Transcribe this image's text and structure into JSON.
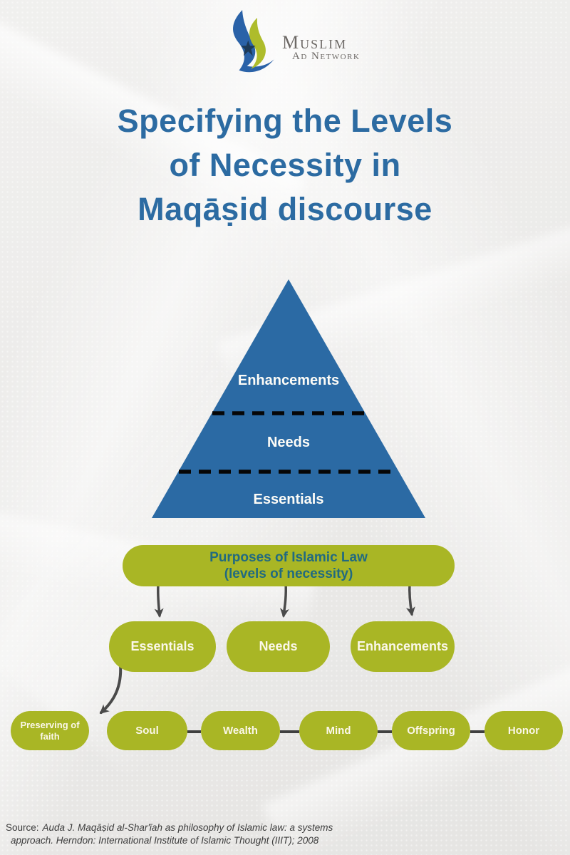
{
  "logo": {
    "name_top": "Muslim",
    "name_bottom": "Ad Network"
  },
  "title": {
    "lines": [
      "Specifying the Levels",
      "of Necessity in",
      "Maqāṣid discourse"
    ]
  },
  "pyramid": {
    "levels": [
      "Enhancements",
      "Needs",
      "Essentials"
    ]
  },
  "flowchart": {
    "root": {
      "line1": "Purposes of Islamic Law",
      "line2": "(levels of necessity)"
    },
    "level2": [
      "Essentials",
      "Needs",
      "Enhancements"
    ],
    "level3": [
      "Preserving of faith",
      "Soul",
      "Wealth",
      "Mind",
      "Offspring",
      "Honor"
    ]
  },
  "source": {
    "label": "Source:",
    "citation_line1": "Auda J. Maqāṣid al-Shar'īah as philosophy of Islamic law: a systems",
    "citation_line2": "approach. Herndon: International Institute of Islamic Thought (IIIT); 2008"
  },
  "colors": {
    "accent_blue": "#2b6aa4",
    "title_blue": "#2c6ba2",
    "pill_green": "#a9b625",
    "pill_text_cream": "#fbf7e9",
    "root_text_teal": "#216a80",
    "arrow_gray": "#4a4a4a",
    "dash_black": "#060606",
    "logo_green": "#aebc2b",
    "logo_blue": "#2a62a8",
    "logo_star_navy": "#1d3a57",
    "logo_text_gray": "#6d6966",
    "source_text": "#3c3c3c",
    "background": "#e9e8e6"
  }
}
